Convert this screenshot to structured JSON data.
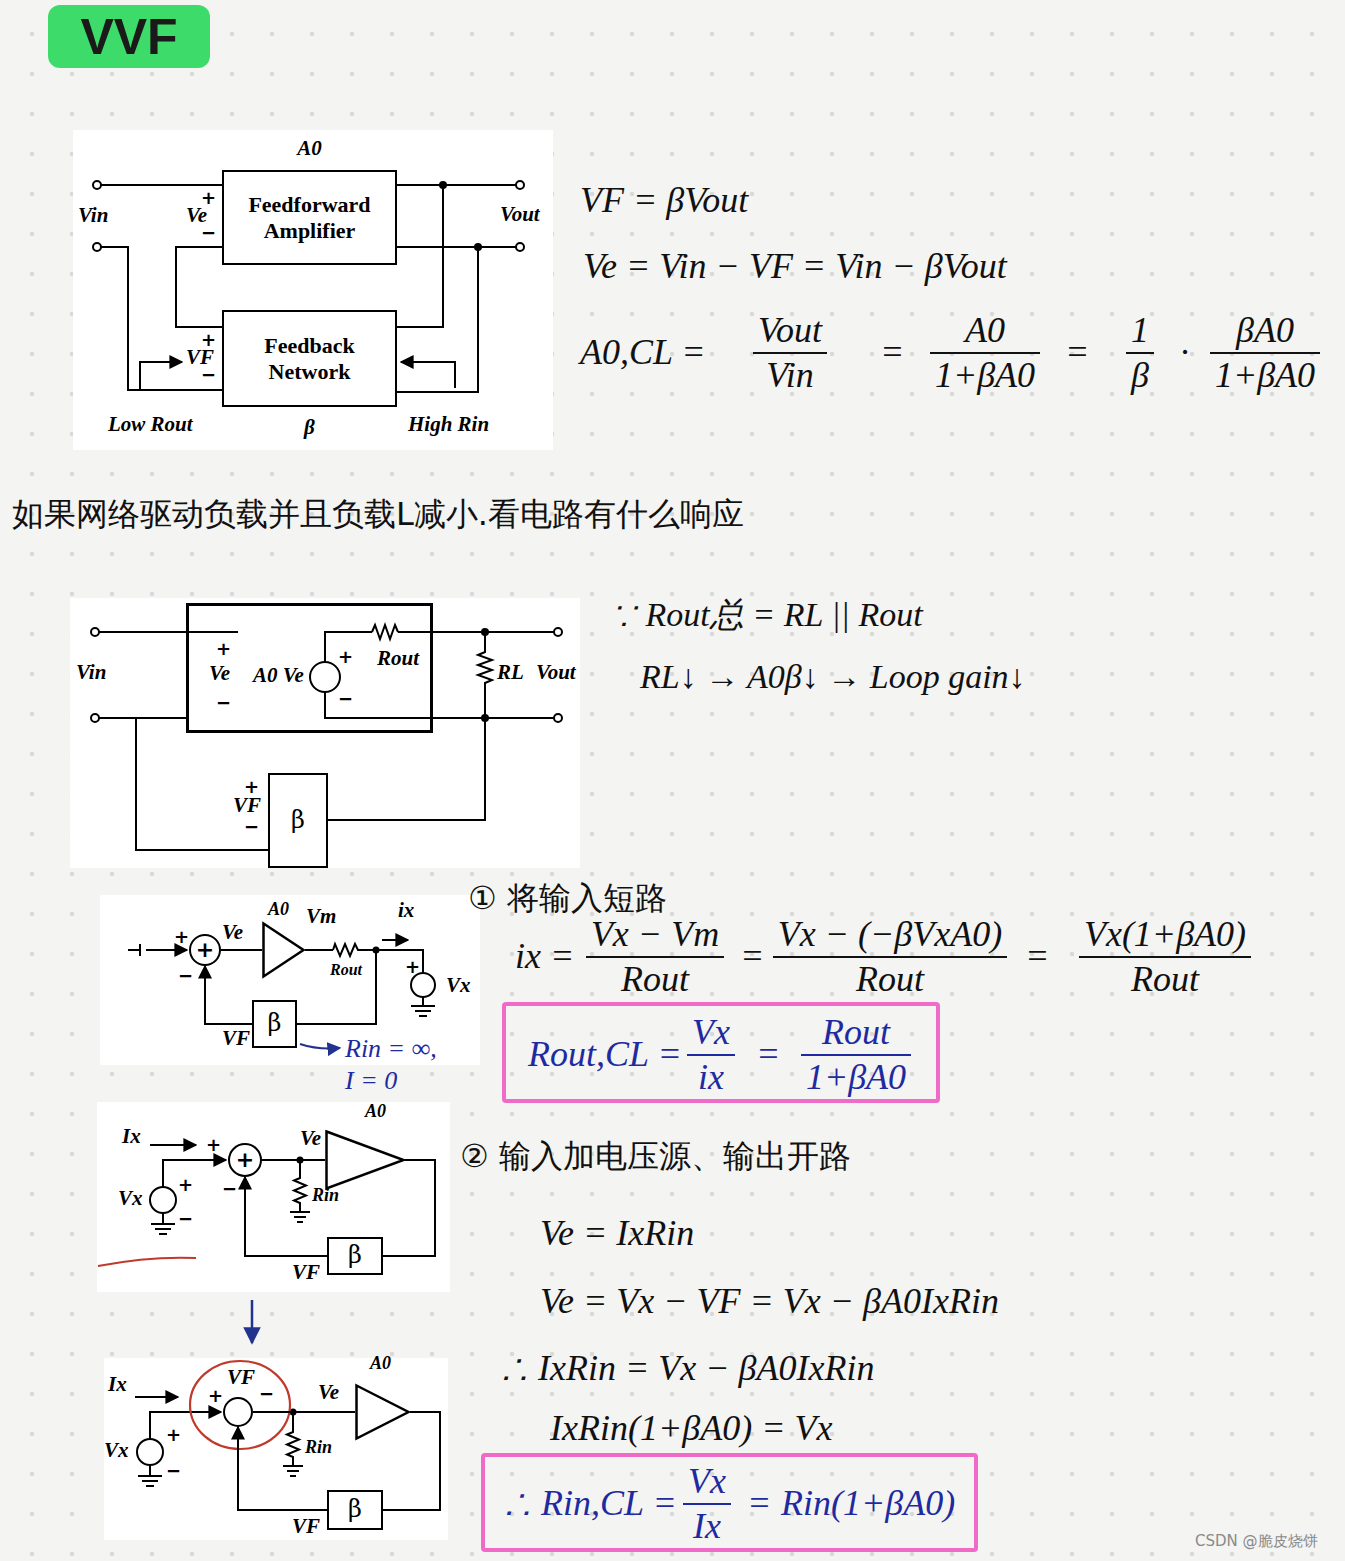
{
  "diagram": {
    "title": "VVF",
    "nodes": [
      {
        "text": [
          "A0",
          "Feedforward Amplifier"
        ]
      },
      {
        "text": [
          "Feedback Network",
          "β"
        ]
      },
      {
        "text": [
          "Ve",
          "A0 Ve",
          "Rout"
        ]
      },
      {
        "text": [
          "β"
        ]
      },
      {
        "text": [
          "+"
        ]
      },
      {
        "text": [
          "A0"
        ]
      },
      {
        "text": [
          "β"
        ]
      },
      {
        "text": [
          "Rout,CL =",
          "Vx",
          "ix",
          "=",
          "Rout",
          "1+βA0"
        ]
      },
      {
        "text": [
          "+"
        ]
      },
      {
        "text": [
          "A0"
        ]
      },
      {
        "text": [
          "β"
        ]
      },
      {
        "text": [
          "+",
          "VF",
          "−"
        ]
      },
      {
        "text": [
          "A0"
        ]
      },
      {
        "text": [
          "β"
        ]
      },
      {
        "text": [
          "∴ Rin,CL =",
          "Vx",
          "Ix",
          "=",
          "Rin(1+βA0)"
        ]
      }
    ],
    "edges": [
      {
        "from": 0,
        "to": 1,
        "arrow": "none"
      },
      {
        "from": 0,
        "to": 1,
        "arrow": "none"
      },
      {
        "from": 1,
        "to": 0,
        "arrow": "none"
      },
      {
        "from": 2,
        "to": 3,
        "arrow": "none"
      },
      {
        "from": 3,
        "to": 2,
        "arrow": "none"
      },
      {
        "from": 4,
        "to": 5,
        "arrow": "none"
      },
      {
        "from": 5,
        "to": 6,
        "arrow": "none"
      },
      {
        "from": 6,
        "to": 4,
        "arrow": "to"
      },
      {
        "from": 8,
        "to": 9,
        "arrow": "none"
      },
      {
        "from": 9,
        "to": 10,
        "arrow": "none"
      },
      {
        "from": 10,
        "to": 8,
        "arrow": "to"
      },
      {
        "from": 11,
        "to": 12,
        "arrow": "none"
      },
      {
        "from": 12,
        "to": 13,
        "arrow": "none"
      },
      {
        "from": 13,
        "to": 11,
        "arrow": "to"
      }
    ],
    "labels": [
      "Vin",
      "+",
      "Ve",
      "−",
      "Vout",
      "+",
      "VF",
      "−",
      "Low Rout",
      "High Rin",
      "VF = βVout",
      "Ve = Vin − VF = Vin − βVout",
      "A0,CL =",
      "Vout",
      "Vin",
      "=",
      "A0",
      "1+βA0",
      "=",
      "1",
      "β",
      "·",
      "βA0",
      "1+βA0",
      "如果网络驱动负载并且负载L减小.看电路有什么响应",
      "Vin",
      "+",
      "−",
      "+",
      "−",
      "RL",
      "Vout",
      "+",
      "VF",
      "−",
      "∵ Rout总 = RL || Rout",
      "RL↓ → A0β↓ → Loop gain↓",
      "+",
      "−",
      "Ve",
      "Vm",
      "Rout",
      "ix",
      "+",
      "Vx",
      "VF",
      "Rin = ∞,",
      "I = 0",
      "① 将输入短路",
      "ix =",
      "Vx − Vm",
      "Rout",
      "=",
      "Vx − (−βVxA0)",
      "Rout",
      "=",
      "Vx(1+βA0)",
      "Rout",
      "Ix",
      "Vx",
      "+",
      "−",
      "+",
      "−",
      "Ve",
      "Rin",
      "VF",
      "② 输入加电压源、输出开路",
      "Ve = IxRin",
      "Ve = Vx − VF = Vx − βA0IxRin",
      "∴ IxRin = Vx − βA0IxRin",
      "IxRin(1+βA0) = Vx",
      "Ix",
      "Vx",
      "+",
      "−",
      "Ve",
      "Rin",
      "VF",
      "CSDN @脆皮烧饼"
    ]
  }
}
